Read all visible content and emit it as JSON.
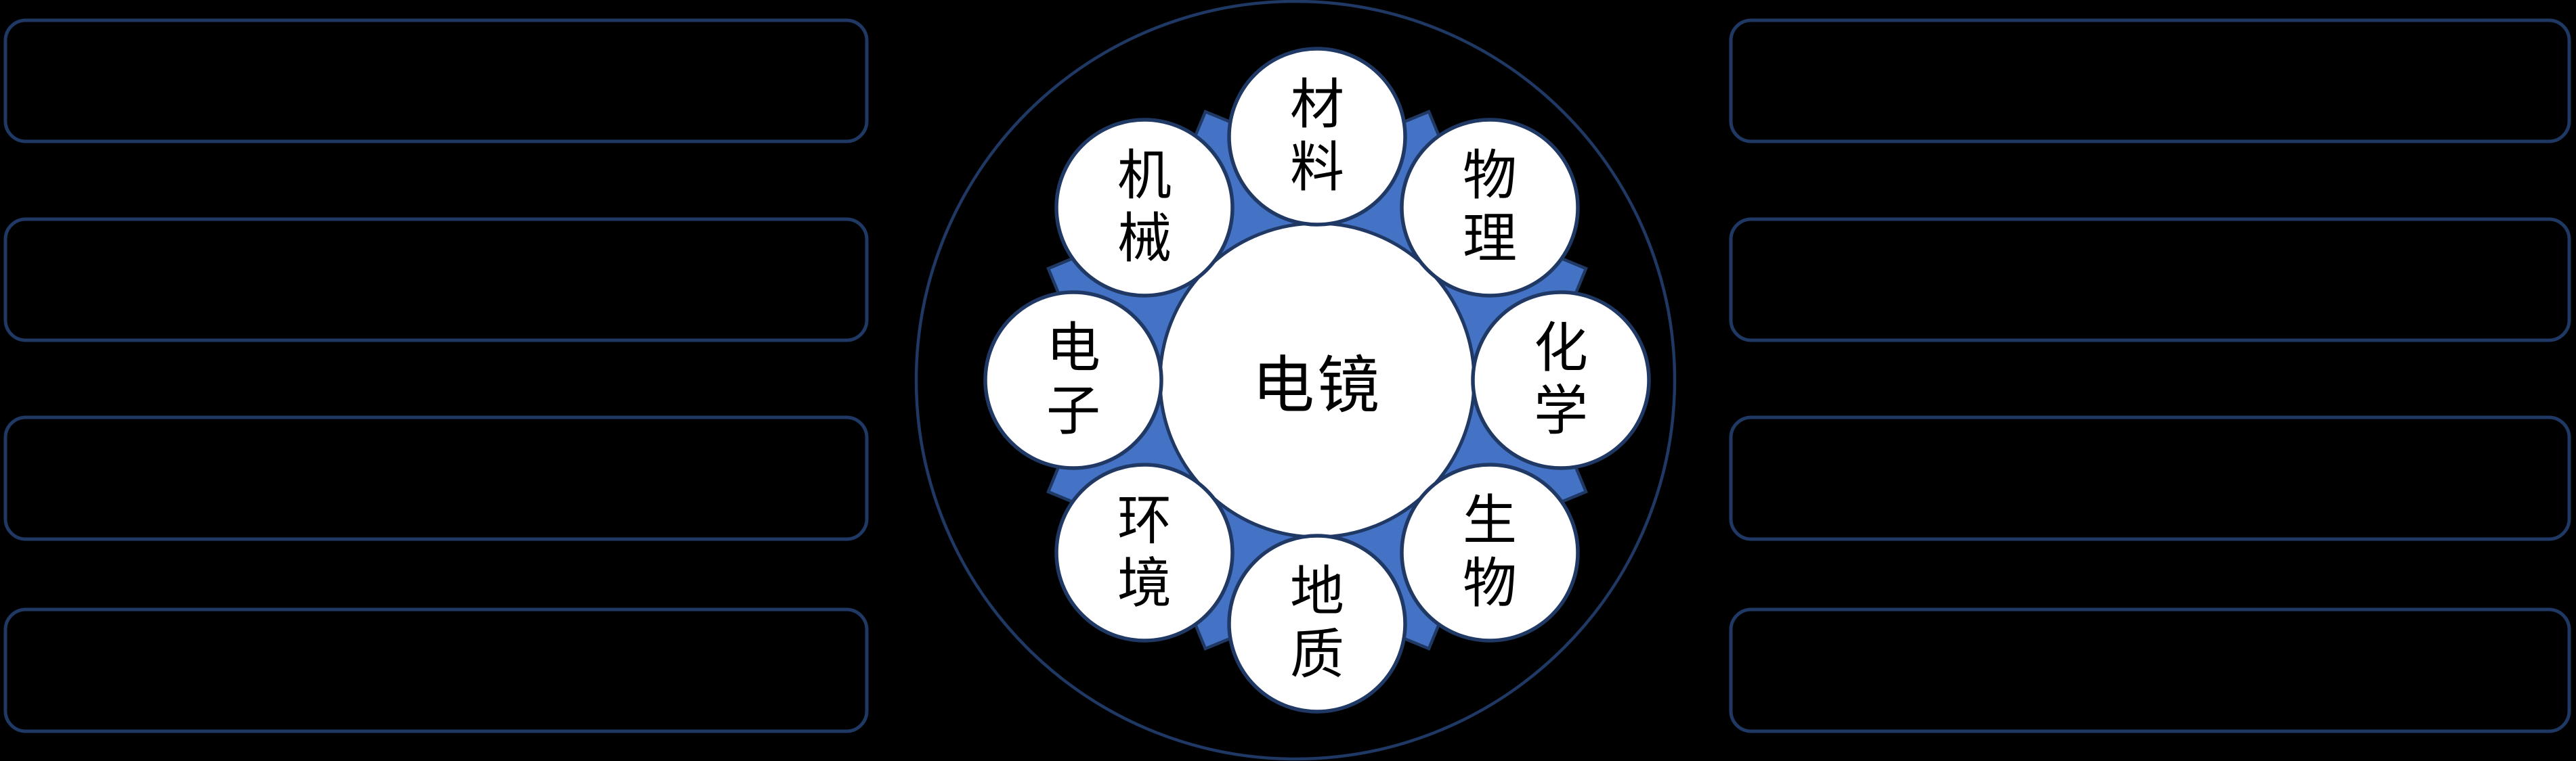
{
  "slide": {
    "background_color": "#000000"
  },
  "diagram": {
    "center_label": "电镜",
    "satellites": [
      {
        "label": "材料",
        "angle_deg": -90
      },
      {
        "label": "物理",
        "angle_deg": -45
      },
      {
        "label": "化学",
        "angle_deg": 0
      },
      {
        "label": "生物",
        "angle_deg": 45
      },
      {
        "label": "地质",
        "angle_deg": 90
      },
      {
        "label": "环境",
        "angle_deg": 135
      },
      {
        "label": "电子",
        "angle_deg": 180
      },
      {
        "label": "机械",
        "angle_deg": -135
      }
    ],
    "colors": {
      "star_fill": "#4472C4",
      "outline_dark": "#1F3864",
      "circle_stroke": "#203864",
      "circle_fill": "#FFFFFF",
      "text": "#000000",
      "background": "#000000"
    }
  },
  "side_boxes": {
    "left": [
      {
        "label": ""
      },
      {
        "label": ""
      },
      {
        "label": ""
      },
      {
        "label": ""
      }
    ],
    "right": [
      {
        "label": ""
      },
      {
        "label": ""
      },
      {
        "label": ""
      },
      {
        "label": ""
      }
    ]
  }
}
